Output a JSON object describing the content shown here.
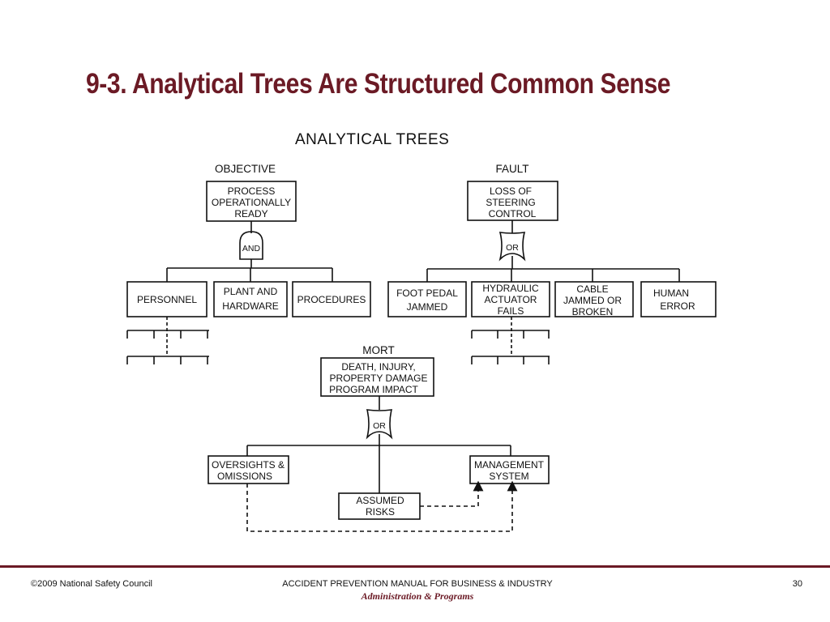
{
  "slide": {
    "title": "9-3. Analytical Trees Are Structured Common Sense"
  },
  "diagram": {
    "heading": "ANALYTICAL TREES",
    "objective": {
      "label": "OBJECTIVE",
      "top": [
        "PROCESS",
        "OPERATIONALLY",
        "READY"
      ],
      "gate": "AND",
      "children": [
        [
          "PERSONNEL"
        ],
        [
          "PLANT AND",
          "HARDWARE"
        ],
        [
          "PROCEDURES"
        ]
      ]
    },
    "fault": {
      "label": "FAULT",
      "top": [
        "LOSS OF",
        "STEERING",
        "CONTROL"
      ],
      "gate": "OR",
      "children": [
        [
          "FOOT PEDAL",
          "JAMMED"
        ],
        [
          "HYDRAULIC",
          "ACTUATOR",
          "FAILS"
        ],
        [
          "CABLE",
          "JAMMED OR",
          "BROKEN"
        ],
        [
          "HUMAN",
          "ERROR"
        ]
      ]
    },
    "mort": {
      "label": "MORT",
      "top": [
        "DEATH, INJURY,",
        "PROPERTY DAMAGE",
        "PROGRAM IMPACT"
      ],
      "gate": "OR",
      "children": [
        [
          "OVERSIGHTS &",
          "OMISSIONS"
        ],
        [
          "MANAGEMENT",
          "SYSTEM"
        ],
        [
          "ASSUMED",
          "RISKS"
        ]
      ]
    }
  },
  "footer": {
    "copyright": "©2009 National Safety Council",
    "manual": "ACCIDENT PREVENTION MANUAL FOR BUSINESS & INDUSTRY",
    "volume": "Administration & Programs",
    "page": "30"
  }
}
